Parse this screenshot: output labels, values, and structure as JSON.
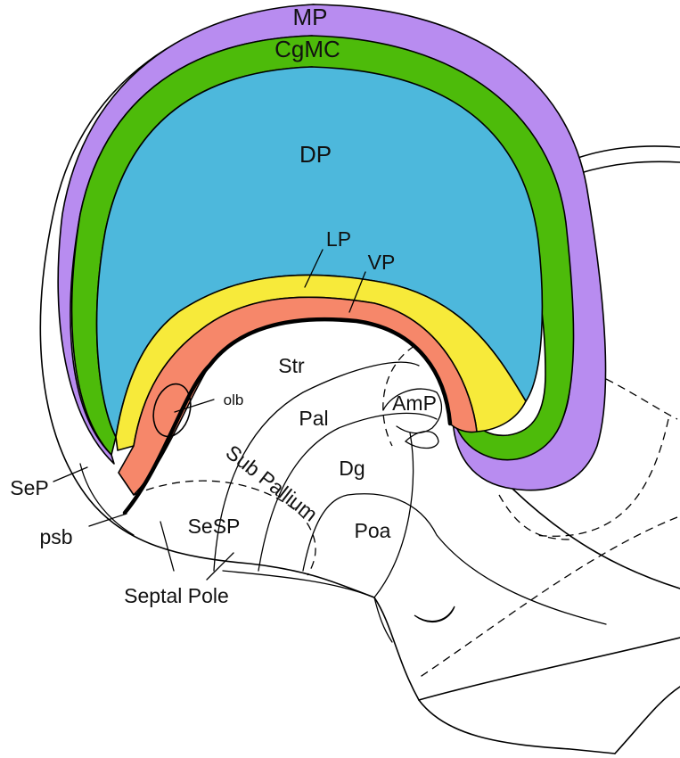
{
  "colors": {
    "mp": "#b88cf0",
    "cgmc": "#4dbb0a",
    "dp": "#4db8dc",
    "lp": "#f7ea3a",
    "vp": "#f6876a",
    "outline": "#000000",
    "background": "#ffffff"
  },
  "labels": {
    "mp": "MP",
    "cgmc": "CgMC",
    "dp": "DP",
    "lp": "LP",
    "vp": "VP",
    "str": "Str",
    "olb": "olb",
    "amp": "AmP",
    "pal": "Pal",
    "sub_pallium": "Sub Pallium",
    "dg": "Dg",
    "sep": "SeP",
    "sesp": "SeSP",
    "poa": "Poa",
    "psb": "psb",
    "septal_pole": "Septal Pole"
  }
}
